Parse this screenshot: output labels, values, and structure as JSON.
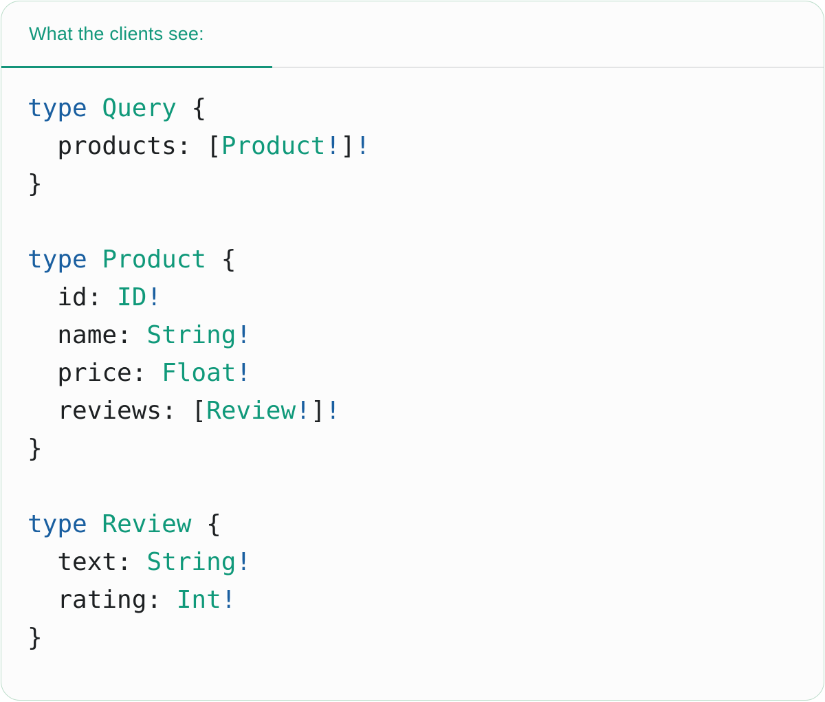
{
  "header": {
    "tab_label": "What the clients see:"
  },
  "colors": {
    "title_teal": "#12977b",
    "keyword_blue": "#1a5fa0",
    "typename_teal": "#10997a",
    "bang_blue": "#1a5fa0",
    "code_text": "#1d2022",
    "tab_underline_teal": "#14947a",
    "divider_gray": "#e3e4e5",
    "card_border_green": "#badcc9",
    "card_background": "#fcfcfc"
  },
  "code": {
    "language": "graphql",
    "lines": [
      [
        {
          "text": "type",
          "style": "keyword"
        },
        {
          "text": " ",
          "style": "plain"
        },
        {
          "text": "Query",
          "style": "typename"
        },
        {
          "text": " {",
          "style": "plain"
        }
      ],
      [
        {
          "text": "  products: [",
          "style": "plain"
        },
        {
          "text": "Product",
          "style": "typename"
        },
        {
          "text": "!",
          "style": "bang"
        },
        {
          "text": "]",
          "style": "plain"
        },
        {
          "text": "!",
          "style": "bang"
        }
      ],
      [
        {
          "text": "}",
          "style": "plain"
        }
      ],
      [],
      [
        {
          "text": "type",
          "style": "keyword"
        },
        {
          "text": " ",
          "style": "plain"
        },
        {
          "text": "Product",
          "style": "typename"
        },
        {
          "text": " {",
          "style": "plain"
        }
      ],
      [
        {
          "text": "  id: ",
          "style": "plain"
        },
        {
          "text": "ID",
          "style": "typename"
        },
        {
          "text": "!",
          "style": "bang"
        }
      ],
      [
        {
          "text": "  name: ",
          "style": "plain"
        },
        {
          "text": "String",
          "style": "typename"
        },
        {
          "text": "!",
          "style": "bang"
        }
      ],
      [
        {
          "text": "  price: ",
          "style": "plain"
        },
        {
          "text": "Float",
          "style": "typename"
        },
        {
          "text": "!",
          "style": "bang"
        }
      ],
      [
        {
          "text": "  reviews: [",
          "style": "plain"
        },
        {
          "text": "Review",
          "style": "typename"
        },
        {
          "text": "!",
          "style": "bang"
        },
        {
          "text": "]",
          "style": "plain"
        },
        {
          "text": "!",
          "style": "bang"
        }
      ],
      [
        {
          "text": "}",
          "style": "plain"
        }
      ],
      [],
      [
        {
          "text": "type",
          "style": "keyword"
        },
        {
          "text": " ",
          "style": "plain"
        },
        {
          "text": "Review",
          "style": "typename"
        },
        {
          "text": " {",
          "style": "plain"
        }
      ],
      [
        {
          "text": "  text: ",
          "style": "plain"
        },
        {
          "text": "String",
          "style": "typename"
        },
        {
          "text": "!",
          "style": "bang"
        }
      ],
      [
        {
          "text": "  rating: ",
          "style": "plain"
        },
        {
          "text": "Int",
          "style": "typename"
        },
        {
          "text": "!",
          "style": "bang"
        }
      ],
      [
        {
          "text": "}",
          "style": "plain"
        }
      ]
    ]
  }
}
